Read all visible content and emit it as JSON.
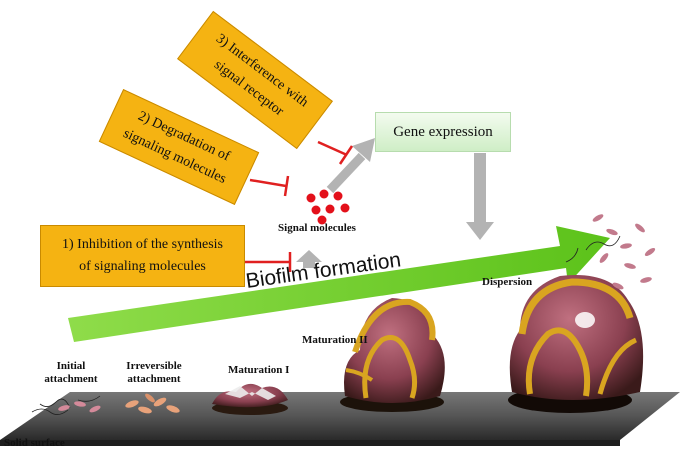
{
  "boxes": {
    "box1": [
      "1) Inhibition of the synthesis",
      "of signaling molecules"
    ],
    "box2": [
      "2) Degradation of",
      "signaling molecules"
    ],
    "box3": [
      "3) Interference with",
      "signal receptor"
    ]
  },
  "gene_expression": "Gene expression",
  "signal_molecules": "Signal molecules",
  "biofilm_formation": "Biofilm formation",
  "stages": {
    "initial": [
      "Initial",
      "attachment"
    ],
    "irreversible": [
      "Irreversible",
      "attachment"
    ],
    "maturation1": "Maturation I",
    "maturation2": "Maturation II",
    "dispersion": "Dispersion"
  },
  "solid_surface": "Solid surface",
  "colors": {
    "box_fill": "#f5b312",
    "inhibit_line": "#e02020",
    "arrow_gray": "#b3b3b3",
    "biofilm_arrow": "#74d02c",
    "signal_dot": "#e3101a",
    "surface": "#4a4a4a",
    "matrix": "#d9a520",
    "cell": "#a35a6a"
  }
}
